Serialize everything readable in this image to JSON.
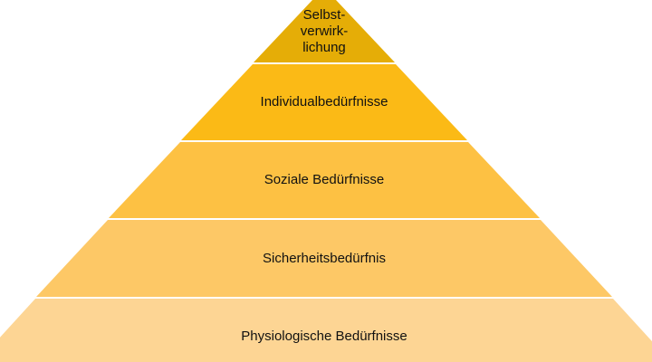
{
  "pyramid": {
    "levels": [
      {
        "label_lines": [
          "Selbst-",
          "verwirk-",
          "lichung"
        ],
        "color": "#E5AD07"
      },
      {
        "label": "Individualbedürfnisse",
        "color": "#FBBA16"
      },
      {
        "label": "Soziale Bedürfnisse",
        "color": "#FDC143"
      },
      {
        "label": "Sicherheitsbedürfnis",
        "color": "#FDC866"
      },
      {
        "label": "Physiologische Bedürfnisse",
        "color": "#FDD594"
      }
    ]
  }
}
